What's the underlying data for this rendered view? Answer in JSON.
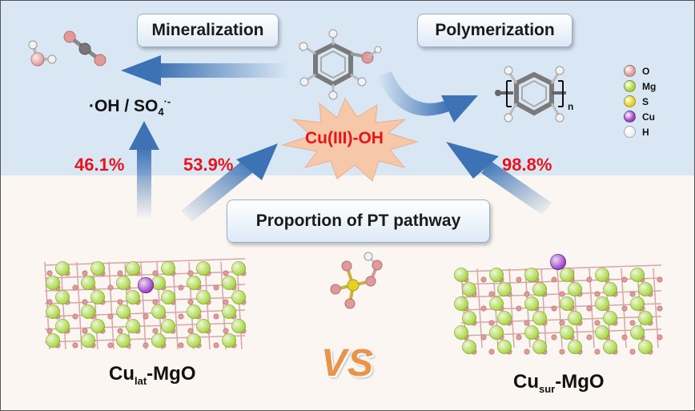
{
  "labels": {
    "mineralization": "Mineralization",
    "polymerization": "Polymerization",
    "radicals_main": "·OH / SO",
    "radicals_sub": "4",
    "radicals_sup": "·-",
    "cu_oh": "Cu(III)-OH",
    "pt_pathway": "Proportion of PT pathway",
    "vs": "VS",
    "polymer_n": "n",
    "left_catalyst": {
      "main": "Cu",
      "sub": "lat",
      "rest": "-MgO"
    },
    "right_catalyst": {
      "main": "Cu",
      "sub": "sur",
      "rest": "-MgO"
    }
  },
  "percentages": {
    "left_radical": "46.1%",
    "left_cu": "53.9%",
    "right_cu": "98.8%"
  },
  "legend": [
    {
      "label": "O",
      "color": "#e09a9a"
    },
    {
      "label": "Mg",
      "color": "#a8d640"
    },
    {
      "label": "S",
      "color": "#e6d11e"
    },
    {
      "label": "Cu",
      "color": "#9a3fc6"
    },
    {
      "label": "H",
      "color": "#f0f0f0"
    }
  ],
  "colors": {
    "arrow": "#3d72b4",
    "percent": "#e8141b",
    "burst": "#f6c7a8",
    "carbon": "#666666"
  }
}
